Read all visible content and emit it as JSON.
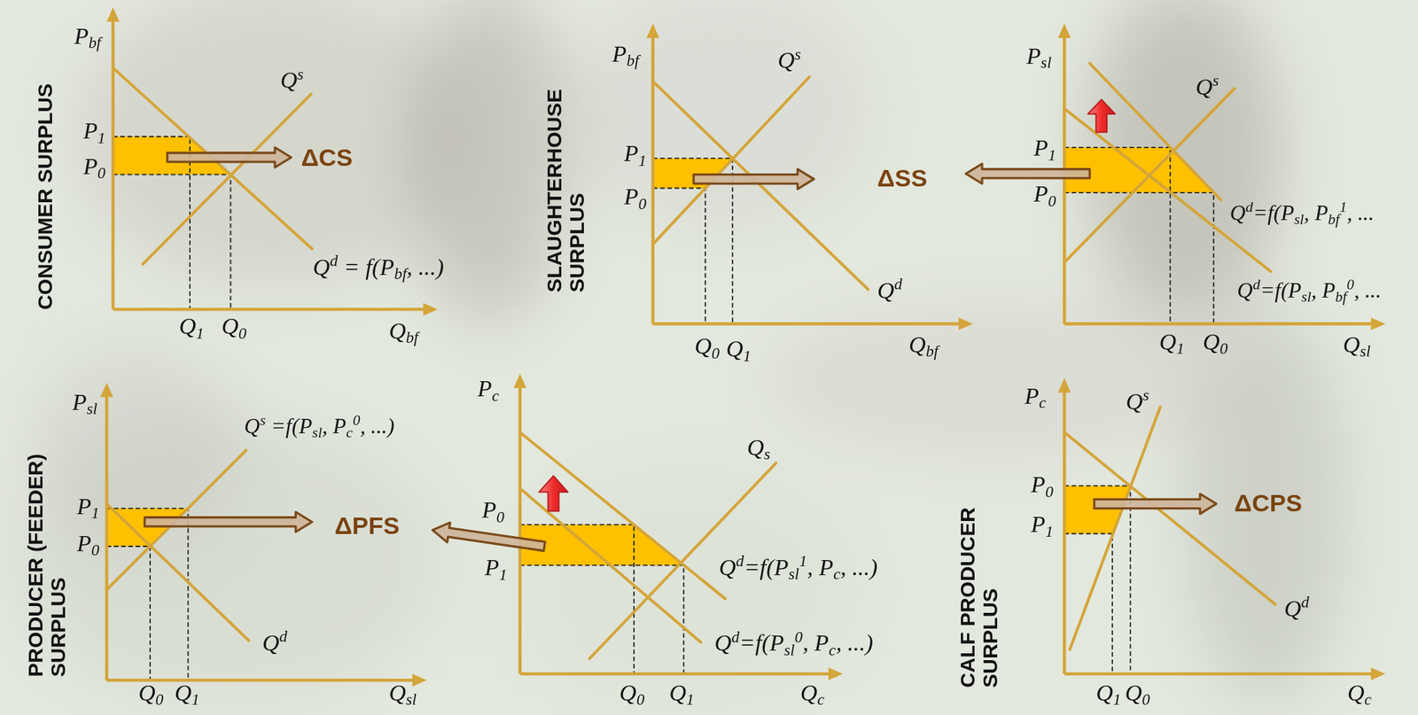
{
  "diagram": {
    "labels": [
      "CONSUMER SURPLUS",
      "P",
      "bf",
      "P",
      "1",
      "P",
      "0",
      "Q",
      "s",
      "ΔCS",
      "Q",
      "d",
      "= f(P",
      "bf",
      ", ...)",
      "Q",
      "1",
      "Q",
      "0",
      "Q",
      "bf",
      "SLAUGHTERHOUSE SURPLUS",
      "P",
      "bf",
      "P",
      "1",
      "P",
      "0",
      "Q",
      "s",
      "ΔSS",
      "Q",
      "d",
      "Q",
      "0",
      "Q",
      "1",
      "Q",
      "bf",
      "P",
      "sl",
      "P",
      "1",
      "P",
      "0",
      "Q",
      "s",
      "Q",
      "d",
      "=f(P",
      "sl",
      ", P",
      "bf",
      "1",
      ", ...",
      "Q",
      "d",
      "=f(P",
      "sl",
      ", P",
      "bf",
      "0",
      ", ...",
      "Q",
      "1",
      "Q",
      "0",
      "Q",
      "sl",
      "PRODUCER (FEEDER) SURPLUS",
      "P",
      "sl",
      "Q",
      "s",
      "=f(P",
      "sl",
      ", P",
      "c",
      "0",
      ", ...)",
      "P",
      "1",
      "P",
      "0",
      "ΔPFS",
      "Q",
      "d",
      "Q",
      "0",
      "Q",
      "1",
      "Q",
      "sl",
      "P",
      "c",
      "P",
      "0",
      "P",
      "1",
      "Q",
      "s",
      "Q",
      "d",
      "=f(P",
      "sl",
      "1",
      ", P",
      "c",
      ", ...)",
      "Q",
      "d",
      "=f(P",
      "sl",
      "0",
      ", P",
      "c",
      ", ...)",
      "Q",
      "0",
      "Q",
      "1",
      "Q",
      "c",
      "CALF PRODUCER SURPLUS",
      "P",
      "c",
      "Q",
      "s",
      "P",
      "0",
      "P",
      "1",
      "ΔCPS",
      "Q",
      "d",
      "Q",
      "1",
      "Q",
      "0",
      "Q",
      "c"
    ]
  }
}
